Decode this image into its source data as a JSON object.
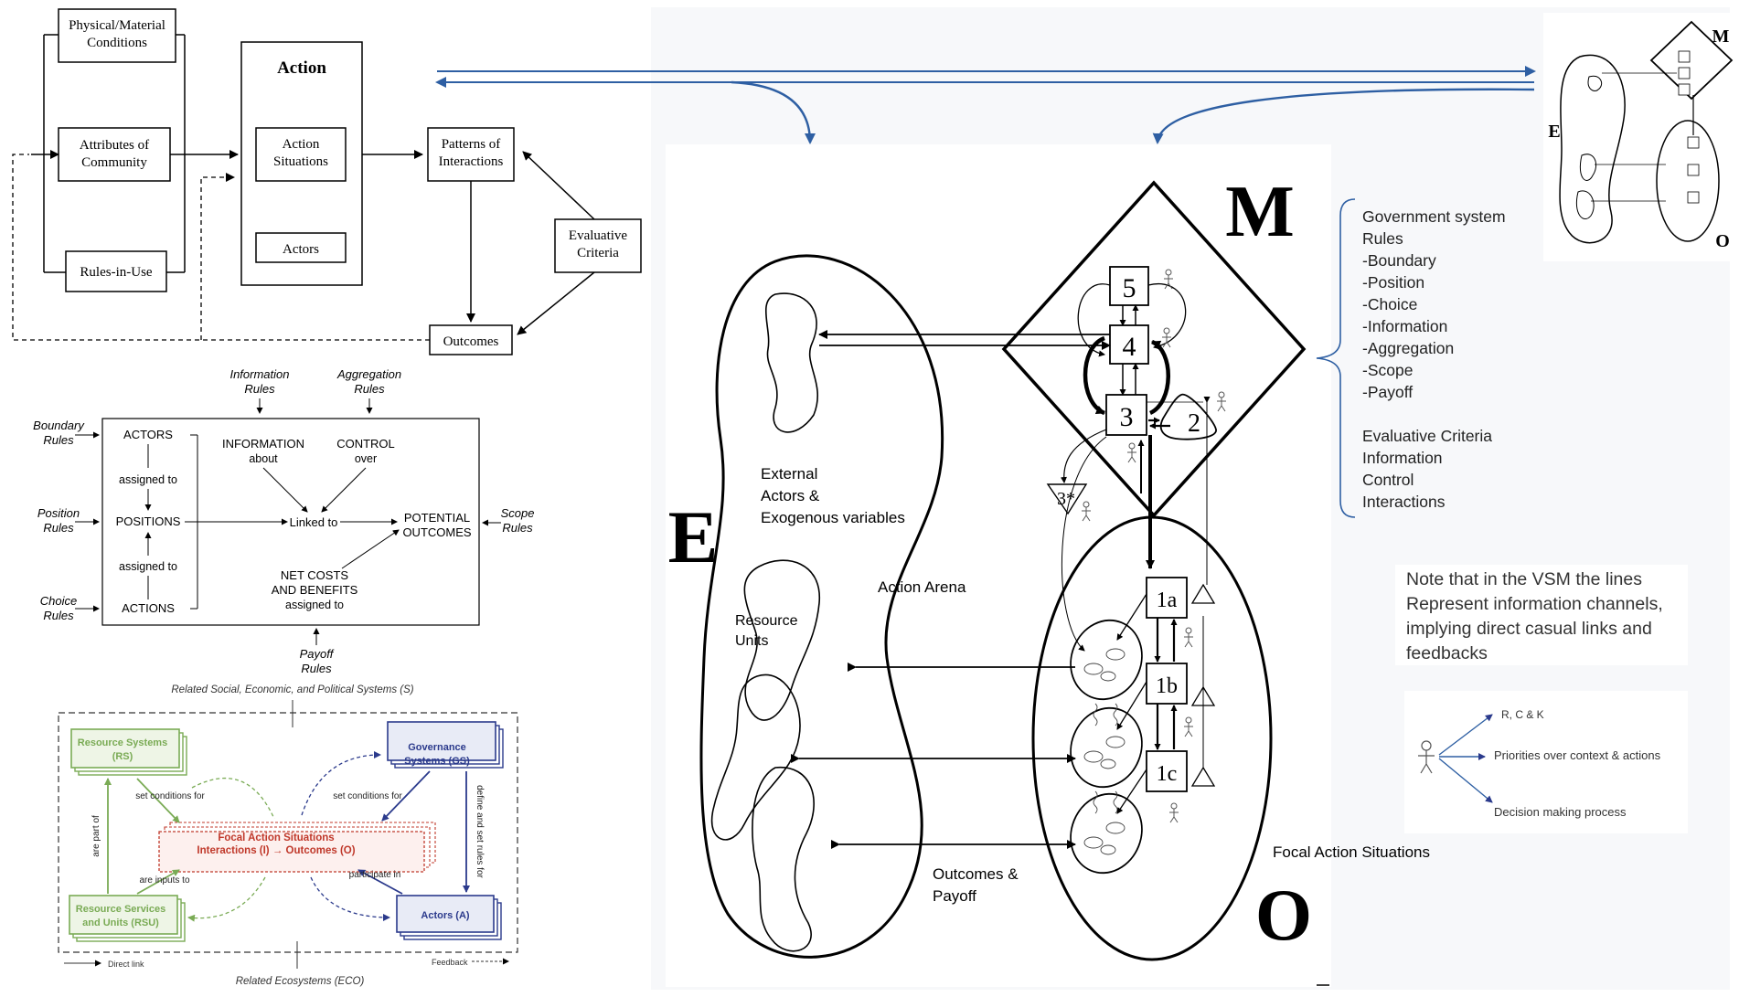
{
  "iad": {
    "physical": [
      "Physical/Material",
      "Conditions"
    ],
    "attributes": [
      "Attributes of",
      "Community"
    ],
    "rules_in_use": "Rules-in-Use",
    "action_title": "Action",
    "action_situations": [
      "Action",
      "Situations"
    ],
    "actors": "Actors",
    "patterns": [
      "Patterns of",
      "Interactions"
    ],
    "evaluative": [
      "Evaluative",
      "Criteria"
    ],
    "outcomes": "Outcomes"
  },
  "rules": {
    "information_rules": [
      "Information",
      "Rules"
    ],
    "aggregation_rules": [
      "Aggregation",
      "Rules"
    ],
    "boundary_rules": [
      "Boundary",
      "Rules"
    ],
    "position_rules": [
      "Position",
      "Rules"
    ],
    "choice_rules": [
      "Choice",
      "Rules"
    ],
    "scope_rules": [
      "Scope",
      "Rules"
    ],
    "payoff_rules": [
      "Payoff",
      "Rules"
    ],
    "actors": "ACTORS",
    "positions": "POSITIONS",
    "actions": "ACTIONS",
    "assigned_to": "assigned to",
    "information_about": [
      "INFORMATION",
      "about"
    ],
    "control_over": [
      "CONTROL",
      "over"
    ],
    "linked_to": "Linked to",
    "potential_outcomes": [
      "POTENTIAL",
      "OUTCOMES"
    ],
    "net_costs": [
      "NET COSTS",
      "AND BENEFITS",
      "assigned to"
    ]
  },
  "ses": {
    "top_label": "Related Social, Economic, and Political Systems (S)",
    "bottom_label": "Related Ecosystems (ECO)",
    "resource_systems": [
      "Resource Systems",
      "(RS)"
    ],
    "governance_systems": [
      "Governance",
      "Systems (GS)"
    ],
    "resource_units": [
      "Resource Services",
      "and Units (RSU)"
    ],
    "actors": "Actors (A)",
    "focal": [
      "Focal Action Situations",
      "Interactions (I) → Outcomes (O)"
    ],
    "set_conditions_left": "set conditions for",
    "set_conditions_right": "set conditions for",
    "are_part_of": "are part of",
    "are_inputs_to": "are inputs to",
    "participate_in": "participate in",
    "define_rules": "define and set rules for",
    "direct_link": "Direct link",
    "feedback": "Feedback"
  },
  "vsm": {
    "label_M": "M",
    "label_E": "E",
    "label_O": "O",
    "sys5": "5",
    "sys4": "4",
    "sys3": "3",
    "sys2": "2",
    "sys3star": "3*",
    "sys1a": "1a",
    "sys1b": "1b",
    "sys1c": "1c",
    "external_actors": [
      "External",
      "Actors &",
      "Exogenous variables"
    ],
    "action_arena": "Action Arena",
    "resource_units": [
      "Resource",
      "Units"
    ],
    "outcomes_payoff": [
      "Outcomes  &",
      "Payoff"
    ],
    "focal_action_situations": "Focal Action Situations"
  },
  "legend_list": {
    "items": [
      "Government system",
      "Rules",
      "-Boundary",
      "-Position",
      "-Choice",
      "-Information",
      "-Aggregation",
      "-Scope",
      "-Payoff",
      "",
      "Evaluative Criteria",
      "Information",
      "Control",
      "Interactions"
    ]
  },
  "note": {
    "lines": [
      "Note that in the VSM the lines",
      "Represent information channels,",
      "implying direct casual links and",
      "feedbacks"
    ]
  },
  "actor_legend": {
    "item1": "R, C & K",
    "item2": "Priorities over context & actions",
    "item3": "Decision making process"
  },
  "thumb": {
    "M": "M",
    "E": "E",
    "O": "O"
  },
  "colors": {
    "arrow_blue": "#2e5fa3",
    "green": "#7aab55",
    "navy": "#2b3a8c",
    "red": "#c0392b"
  }
}
